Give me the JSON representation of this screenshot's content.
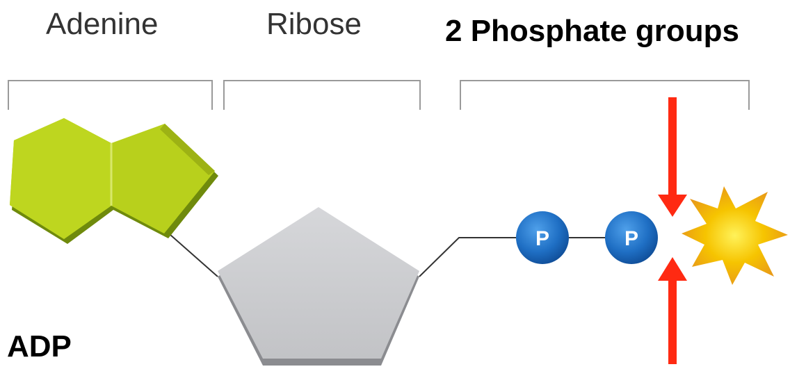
{
  "labels": {
    "adenine": "Adenine",
    "ribose": "Ribose",
    "phosphate_groups": "2 Phosphate groups",
    "molecule": "ADP"
  },
  "phosphates": [
    {
      "symbol": "P"
    },
    {
      "symbol": "P"
    }
  ],
  "colors": {
    "adenine": "#b8d01c",
    "ribose": "#c8c9cc",
    "phosphate": "#1f6fc4",
    "arrow": "#ff2a12",
    "burst": "#f6c400",
    "bracket": "#9a9a9a"
  },
  "icons": {
    "energy_release": "starburst-icon",
    "bond_break": "arrow-icon"
  }
}
